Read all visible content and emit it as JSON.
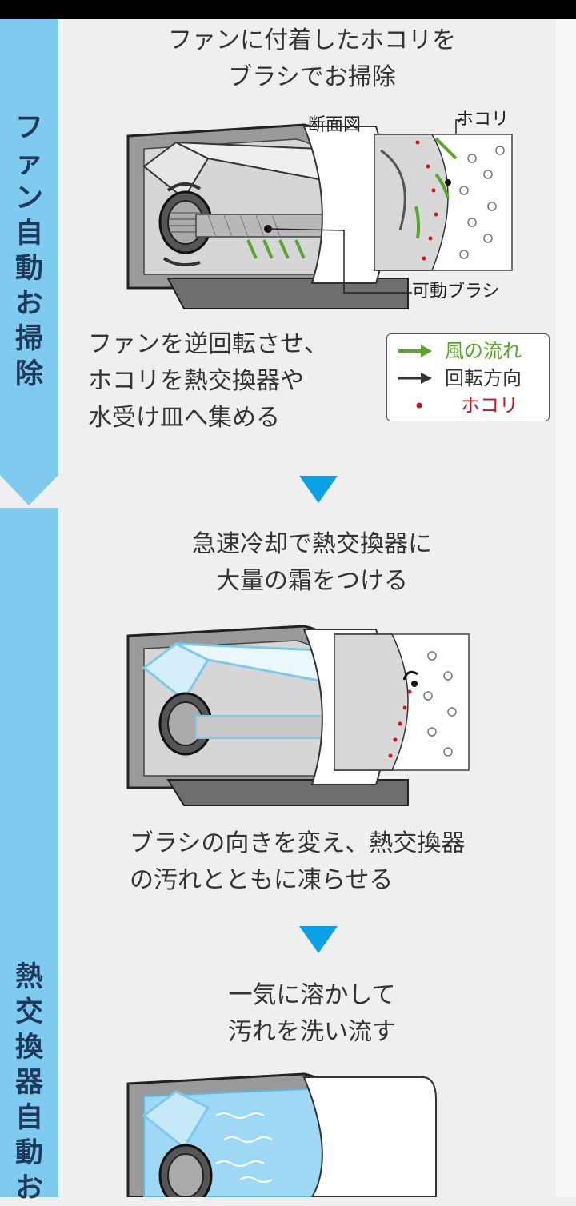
{
  "sidebar": {
    "section1": [
      "フ",
      "ァ",
      "ン",
      "自",
      "動",
      "お",
      "掃",
      "除"
    ],
    "section2": [
      "熱",
      "交",
      "換",
      "器",
      "自",
      "動",
      "お"
    ]
  },
  "step1": {
    "heading": [
      "ファンに付着したホコリを",
      "ブラシでお掃除"
    ],
    "labels": {
      "cross_section": "断面図",
      "dust": "ホコリ",
      "brush": "可動ブラシ"
    },
    "description": [
      "ファンを逆回転させ、",
      "ホコリを熱交換器や",
      "水受け皿へ集める"
    ]
  },
  "legend": {
    "airflow": "風の流れ",
    "rotation": "回転方向",
    "dust": "ホコリ"
  },
  "step2": {
    "heading": [
      "急速冷却で熱交換器に",
      "大量の霜をつける"
    ],
    "description": [
      "ブラシの向きを変え、熱交換器",
      "の汚れとともに凍らせる"
    ]
  },
  "step3": {
    "heading": [
      "一気に溶かして",
      "汚れを洗い流す"
    ]
  },
  "colors": {
    "sidebar": "#7fcbf0",
    "arrow": "#0aa0e6",
    "airflow_green": "#5aa52c",
    "dust_red": "#d8101a",
    "frost_blue": "#b5e2f7"
  }
}
